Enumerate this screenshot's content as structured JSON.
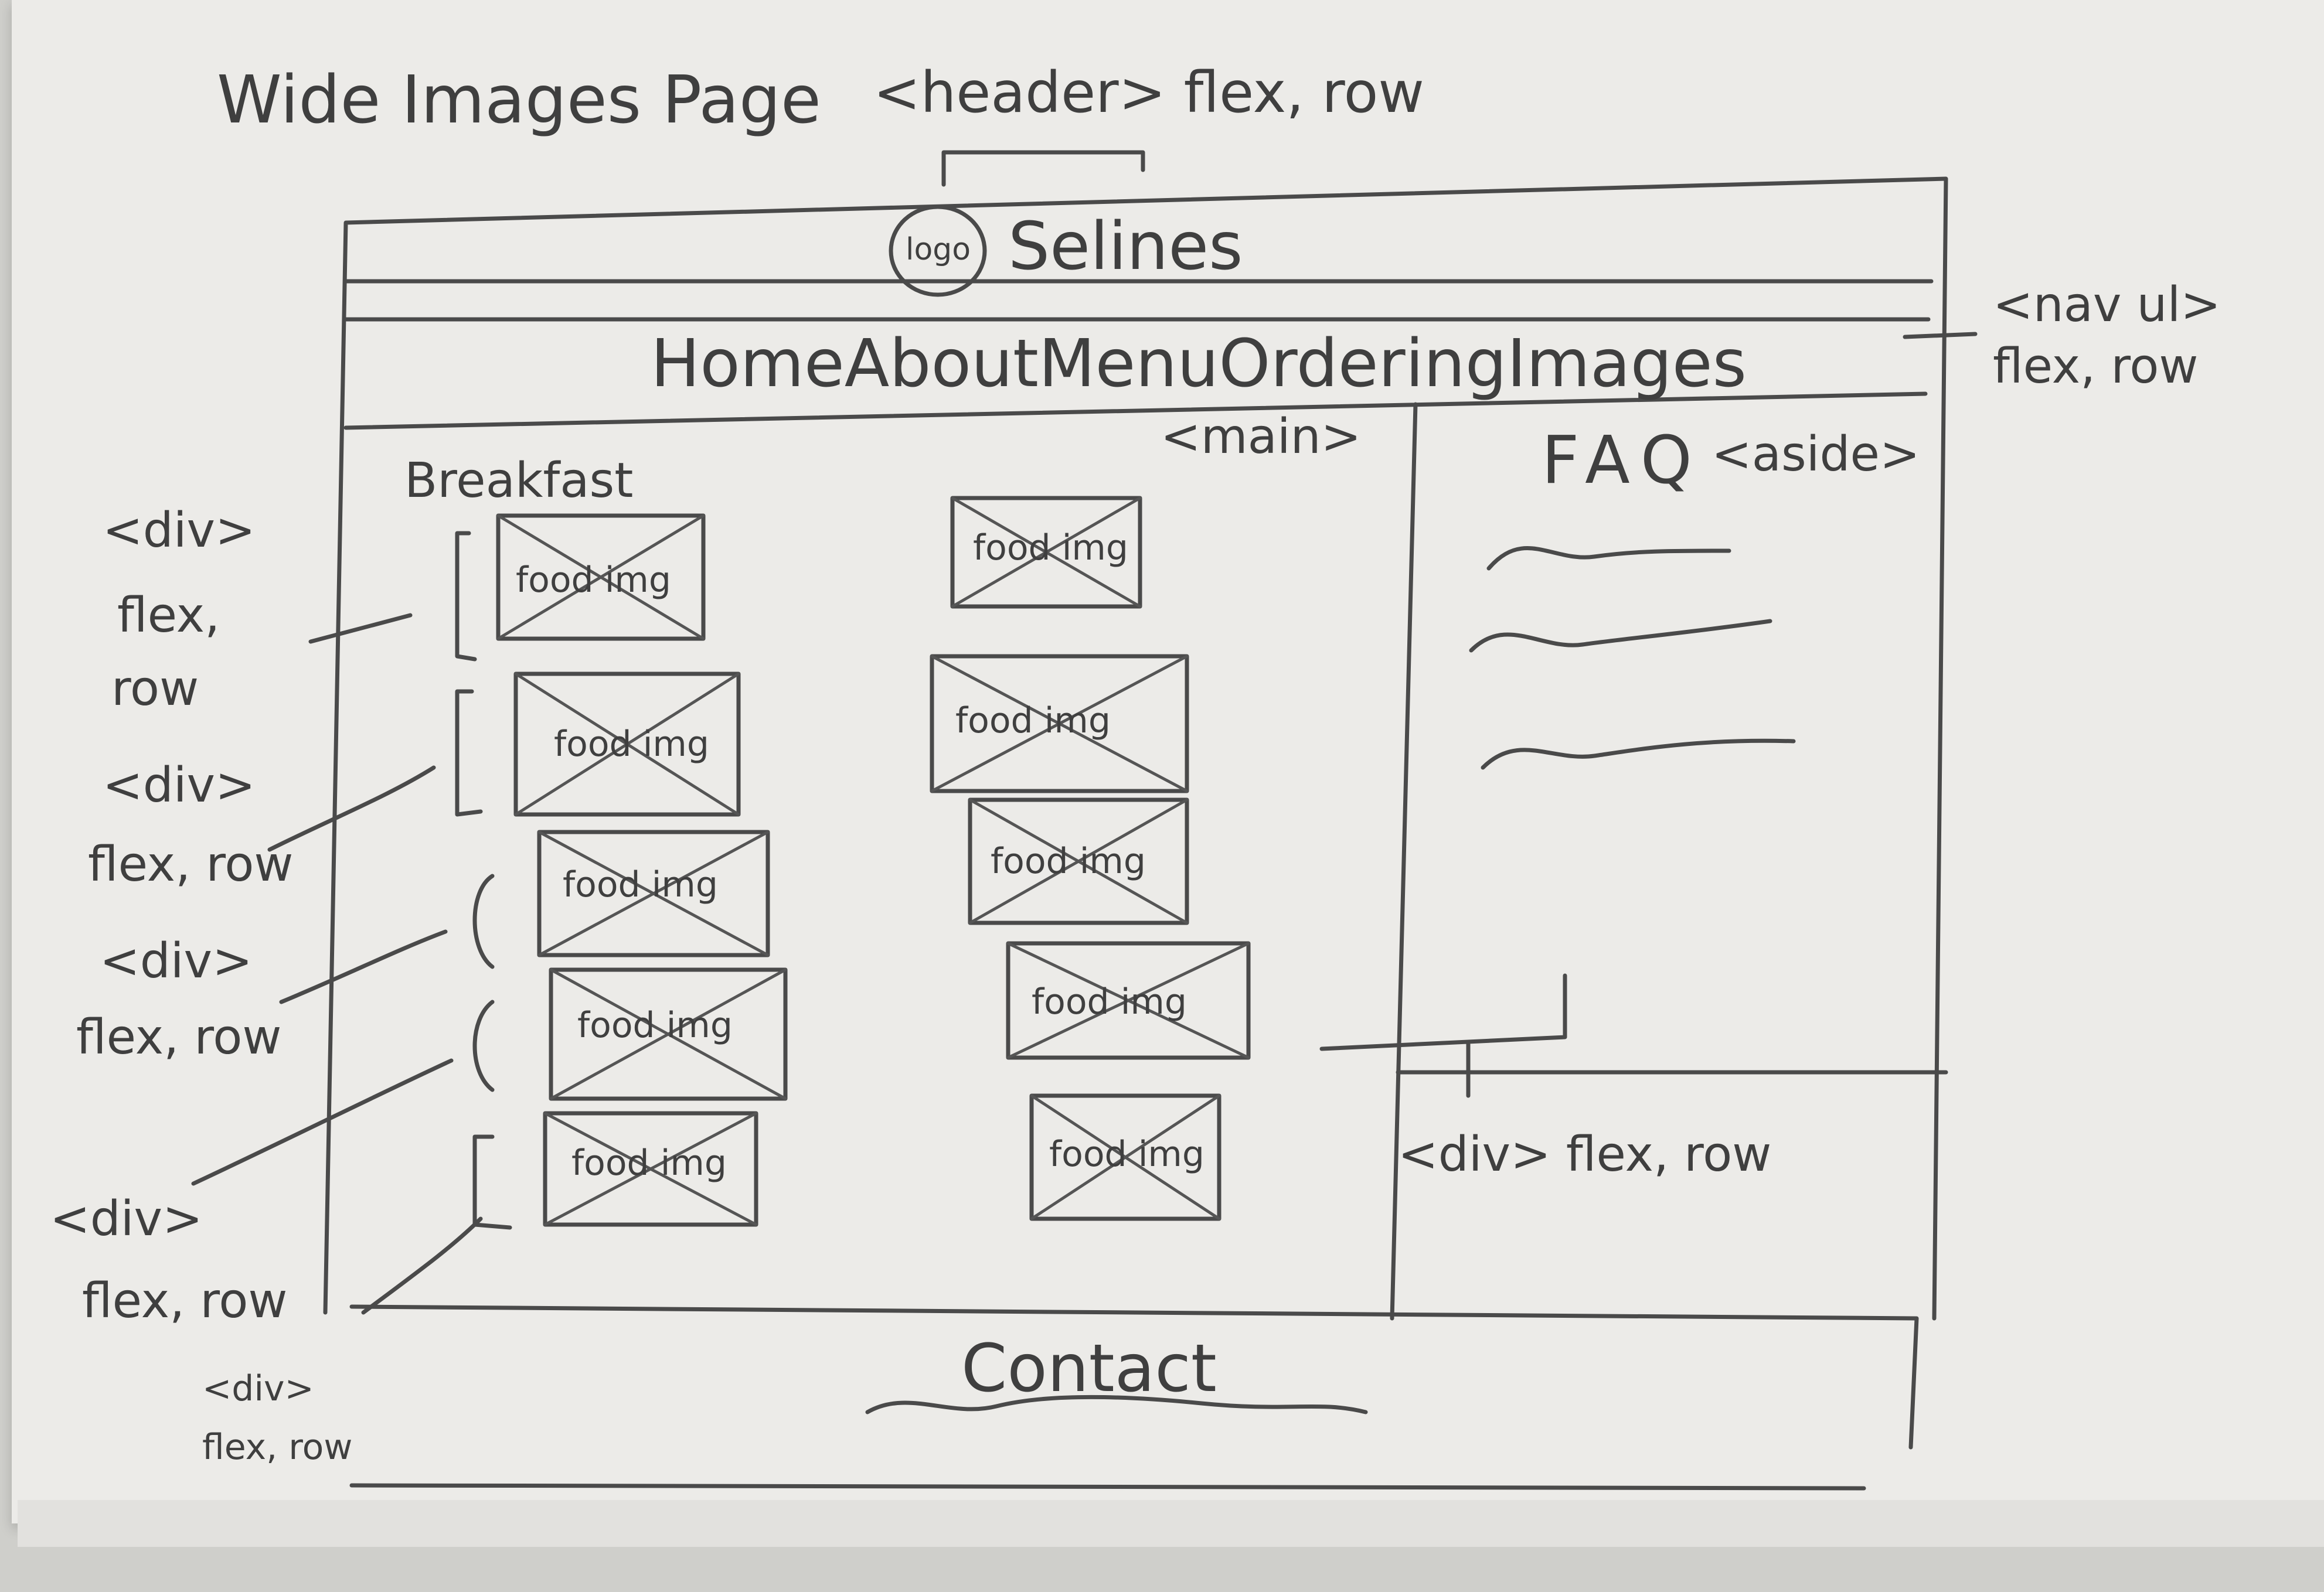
{
  "page_title": "Wide Images Page",
  "annotations": {
    "header_tag": "<header> flex, row",
    "nav_tag_line1": "<nav ul>",
    "nav_tag_line2": "flex, row",
    "main_tag": "<main>",
    "aside_tag": "<aside>",
    "aside_div_tag": "<div> flex, row",
    "left_divs": [
      {
        "line1": "<div>",
        "line2": "flex,",
        "line3": "row"
      },
      {
        "line1": "<div>",
        "line2": "flex, row"
      },
      {
        "line1": "<div>",
        "line2": "flex, row"
      },
      {
        "line1": "<div>",
        "line2": "flex, row"
      },
      {
        "line1": "<div>",
        "line2": "flex, row"
      }
    ]
  },
  "header": {
    "logo": "logo",
    "brand": "Selines"
  },
  "nav": {
    "items": [
      "Home",
      "About",
      "Menu",
      "Ordering",
      "Images"
    ]
  },
  "main": {
    "section_heading": "Breakfast",
    "image_placeholder": "food img"
  },
  "aside": {
    "heading": "FAQ"
  },
  "footer": {
    "label": "Contact"
  }
}
